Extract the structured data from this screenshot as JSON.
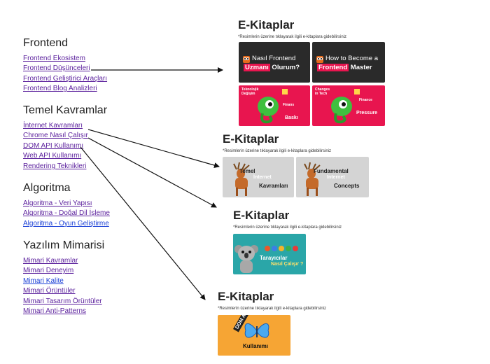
{
  "colors": {
    "link_visited": "#5a1f9c",
    "link_unvisited": "#1a3fd6",
    "arrow": "#111111",
    "pink_cover": "#e8154f",
    "dark_cover": "#2a2a2a",
    "gray_cover": "#d4d4d4",
    "teal_cover": "#2aa6a8",
    "orange_cover": "#f6a534"
  },
  "sections": {
    "frontend": {
      "title": "Frontend",
      "links": [
        "Frontend Ekosistem",
        "Frontend Düşünceleri",
        "Frontend Geliştirici Araçları",
        "Frontend Blog Analizleri"
      ]
    },
    "temel": {
      "title": "Temel Kavramlar",
      "links": [
        "İnternet Kavramları",
        "Chrome Nasıl Çalışır",
        "DOM API Kullanımı",
        "Web API Kullanımı",
        "Rendering Teknikleri"
      ]
    },
    "algoritma": {
      "title": "Algoritma",
      "links": [
        "Algoritma - Veri Yapısı",
        "Algoritma - Doğal Dil İşleme",
        "Algoritma - Oyun Geliştirme"
      ]
    },
    "mimari": {
      "title": "Yazılım Mimarisi",
      "links": [
        "Mimari Kavramlar",
        "Mimari Deneyim",
        "Mimari Kalite",
        "Mimari Örüntüler",
        "Mimari Tasarım Örüntüler",
        "Mimari Anti-Patterns"
      ]
    }
  },
  "ebook_groups": [
    {
      "title": "E-Kitaplar",
      "note": "*Resimlerin üzerine tıklayarak ilgili e-kitaplara gidebilirsiniz"
    },
    {
      "title": "E-Kitaplar",
      "note": "*Resimlerin üzerine tıklayarak ilgili e-kitaplara gidebilirsiniz"
    },
    {
      "title": "E-Kitaplar",
      "note": "*Resimlerin üzerine tıklayarak ilgili e-kitaplara gidebilirsiniz"
    },
    {
      "title": "E-Kitaplar",
      "note": "*Resimlerin üzerine tıklayarak ilgili e-kitaplara gidebilirsiniz"
    }
  ],
  "books": {
    "frontend_tr": {
      "line1": "Nasıl Frontend",
      "line2a": "Uzmanı",
      "line2b": " Olurum?",
      "icon": "owl-icon"
    },
    "frontend_en": {
      "line1": "How to Become a",
      "line2a": "Frontend",
      "line2b": " Master",
      "icon": "owl-icon"
    },
    "baski": {
      "tag1": "Teknolojik",
      "tag2": "Değişim",
      "tag3": "Finans",
      "label": "Baskı",
      "icon": "chameleon-icon"
    },
    "pressure": {
      "tag1": "Changes",
      "tag2": "in Tech",
      "tag3": "Finance",
      "label": "Pressure",
      "icon": "chameleon-icon"
    },
    "temel_tr": {
      "line1": "Temel",
      "ghost": "İnternet",
      "line2": "Kavramları",
      "icon": "deer-icon"
    },
    "temel_en": {
      "line1": "Fundamental",
      "ghost": "Internet",
      "line2": "Concepts",
      "icon": "deer-icon"
    },
    "tarayici": {
      "line1": "Tarayıcılar",
      "line2": "Nasıl Çalışır ?",
      "icon": "koala-icon"
    },
    "dom": {
      "badge": "DOM API",
      "label": "Kullanımı",
      "icon": "butterfly-icon"
    }
  }
}
